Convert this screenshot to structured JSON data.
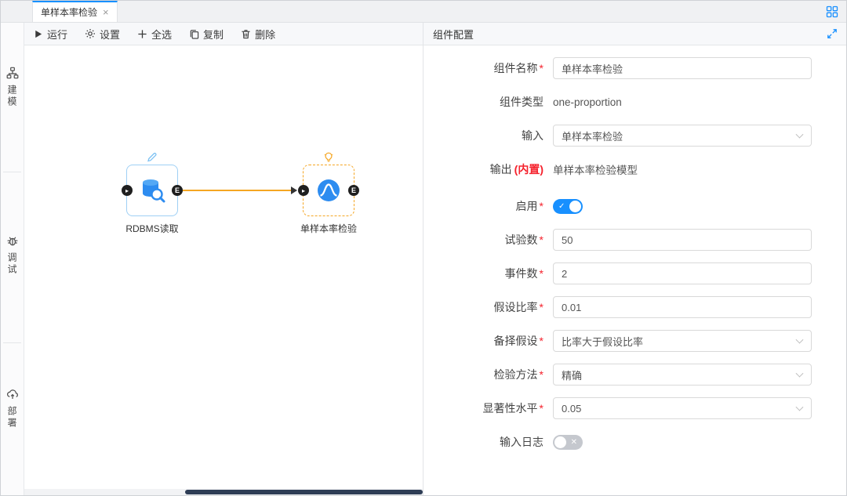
{
  "colors": {
    "accent": "#1890ff",
    "required": "#f5222d",
    "edge": "#f5a623",
    "node_default_border": "#9fd0f5",
    "node_selected_border": "#f5a623",
    "port": "#1f1f1f",
    "scroll_thumb": "#2e3d55"
  },
  "tabbar": {
    "tab": {
      "title": "单样本率检验",
      "close_glyph": "×"
    }
  },
  "toolbar": {
    "items": [
      {
        "label": "运行"
      },
      {
        "label": "设置"
      },
      {
        "label": "全选"
      },
      {
        "label": "复制"
      },
      {
        "label": "删除"
      }
    ]
  },
  "sidebar": {
    "items": [
      {
        "label": "建模"
      },
      {
        "label": "调试"
      },
      {
        "label": "部署"
      }
    ]
  },
  "canvas": {
    "nodes": [
      {
        "id": "rdbms-read",
        "label": "RDBMS读取",
        "in_glyph": "▸",
        "out_glyph": "E"
      },
      {
        "id": "one-proportion-test",
        "label": "单样本率检验",
        "in_glyph": "▸",
        "out_glyph": "E"
      }
    ],
    "edges": [
      {
        "from": "rdbms-read",
        "to": "one-proportion-test"
      }
    ]
  },
  "panel": {
    "title": "组件配置",
    "required_mark": "*",
    "fields": {
      "name": {
        "label": "组件名称",
        "value": "单样本率检验"
      },
      "type": {
        "label": "组件类型",
        "value": "one-proportion"
      },
      "input": {
        "label": "输入",
        "value": "单样本率检验"
      },
      "output": {
        "label": "输出",
        "tag": "(内置)",
        "value": "单样本率检验模型"
      },
      "enable": {
        "label": "启用",
        "state": "on",
        "state_glyph": "✓"
      },
      "trials": {
        "label": "试验数",
        "value": "50"
      },
      "events": {
        "label": "事件数",
        "value": "2"
      },
      "ratio": {
        "label": "假设比率",
        "value": "0.01"
      },
      "alt": {
        "label": "备择假设",
        "value": "比率大于假设比率"
      },
      "method": {
        "label": "检验方法",
        "value": "精确"
      },
      "sig": {
        "label": "显著性水平",
        "value": "0.05"
      },
      "log": {
        "label": "输入日志",
        "state": "off",
        "state_glyph": "✕"
      }
    }
  }
}
